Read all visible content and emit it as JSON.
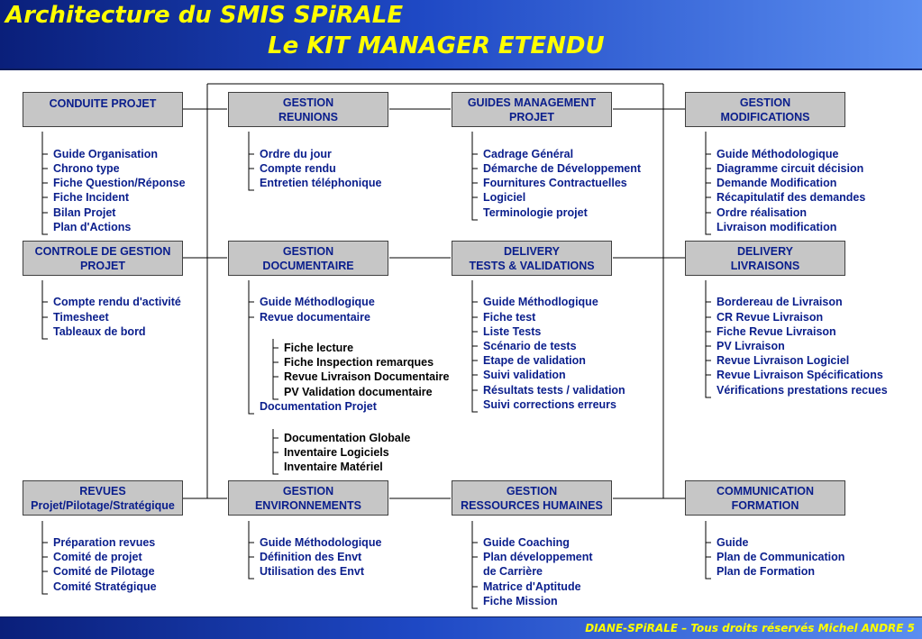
{
  "header": {
    "title_line1": "Architecture du SMIS SPiRALE",
    "title_line2": "Le KIT MANAGER ETENDU"
  },
  "footer": {
    "text": "DIANE-SPiRALE – Tous droits réservés Michel ANDRE 5"
  },
  "boxes": {
    "b1": {
      "line1": "CONDUITE PROJET",
      "line2": ""
    },
    "b2": {
      "line1": "GESTION",
      "line2": "REUNIONS"
    },
    "b3": {
      "line1": "GUIDES MANAGEMENT",
      "line2": "PROJET"
    },
    "b4": {
      "line1": "GESTION",
      "line2": "MODIFICATIONS"
    },
    "b5": {
      "line1": "CONTROLE DE GESTION",
      "line2": "PROJET"
    },
    "b6": {
      "line1": "GESTION",
      "line2": "DOCUMENTAIRE"
    },
    "b7": {
      "line1": "DELIVERY",
      "line2": "TESTS & VALIDATIONS"
    },
    "b8": {
      "line1": "DELIVERY",
      "line2": "LIVRAISONS"
    },
    "b9": {
      "line1": "REVUES",
      "line2": "Projet/Pilotage/Stratégique"
    },
    "b10": {
      "line1": "GESTION",
      "line2": "ENVIRONNEMENTS"
    },
    "b11": {
      "line1": "GESTION",
      "line2": "RESSOURCES HUMAINES"
    },
    "b12": {
      "line1": "COMMUNICATION",
      "line2": "FORMATION"
    }
  },
  "lists": {
    "l1": [
      "Guide Organisation",
      "Chrono type",
      "Fiche Question/Réponse",
      "Fiche Incident",
      "Bilan Projet",
      "Plan d'Actions"
    ],
    "l2": [
      "Ordre du jour",
      "Compte rendu",
      "Entretien téléphonique"
    ],
    "l3": [
      "Cadrage Général",
      "Démarche de Développement",
      "Fournitures Contractuelles",
      "Logiciel",
      "Terminologie projet"
    ],
    "l4": [
      "Guide Méthodologique",
      "Diagramme circuit décision",
      "Demande Modification",
      "Récapitulatif des demandes",
      "Ordre réalisation",
      "Livraison modification"
    ],
    "l5": [
      "Compte rendu d'activité",
      "Timesheet",
      "Tableaux de bord"
    ],
    "l6": [
      "Guide Méthodlogique",
      "Revue documentaire",
      "Documentation Projet"
    ],
    "l6a": [
      "Fiche lecture",
      "Fiche Inspection remarques",
      "Revue Livraison Documentaire",
      "PV Validation documentaire"
    ],
    "l6b": [
      "Documentation Globale",
      "Inventaire Logiciels",
      "Inventaire Matériel"
    ],
    "l7": [
      "Guide Méthodlogique",
      "Fiche test",
      "Liste Tests",
      "Scénario de tests",
      "Etape de validation",
      "Suivi validation",
      "Résultats tests / validation",
      "Suivi corrections erreurs"
    ],
    "l8": [
      "Bordereau de Livraison",
      "CR Revue Livraison",
      "Fiche Revue Livraison",
      "PV Livraison",
      "Revue Livraison Logiciel",
      "Revue Livraison Spécifications",
      "Vérifications prestations recues"
    ],
    "l9": [
      "Préparation revues",
      "Comité de projet",
      "Comité de Pilotage",
      "Comité Stratégique"
    ],
    "l10": [
      "Guide Méthodologique",
      "Définition des Envt",
      "Utilisation des Envt"
    ],
    "l11": [
      "Guide Coaching",
      "Plan développement",
      "de Carrière",
      "Matrice d'Aptitude",
      "Fiche Mission"
    ],
    "l12": [
      "Guide",
      "Plan de Communication",
      "Plan de Formation"
    ]
  }
}
